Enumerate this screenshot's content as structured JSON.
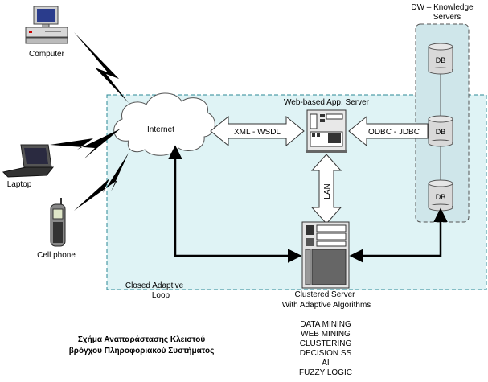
{
  "labels": {
    "computer": "Computer",
    "laptop": "Laptop",
    "cell_phone": "Cell phone",
    "internet": "Internet",
    "web_server": "Web-based App. Server",
    "xml_wsdl": "XML - WSDL",
    "odbc_jdbc": "ODBC - JDBC",
    "lan": "LAN",
    "dw_line1": "DW – Knowledge",
    "dw_line2": "Servers",
    "db1": "DB",
    "db2": "DB",
    "db3": "DB",
    "closed_loop_line1": "Closed Adaptive",
    "closed_loop_line2": "Loop",
    "clustered_line1": "Clustered Server",
    "clustered_line2": "With Adaptive Algorithms",
    "caption_line1": "Σχήμα Αναπαράστασης Κλειστού",
    "caption_line2": "βρόγχου Πληροφοριακού Συστήματος"
  },
  "algorithms": [
    "DATA MINING",
    "WEB MINING",
    "CLUSTERING",
    "DECISION SS",
    "AI",
    "FUZZY LOGIC"
  ],
  "colors": {
    "loop_fill": "#dff3f5",
    "loop_border": "#2b8a96",
    "dw_fill": "#cfe6ea",
    "db_fill": "#d9d9d9",
    "cloud_fill": "#ffffff"
  }
}
